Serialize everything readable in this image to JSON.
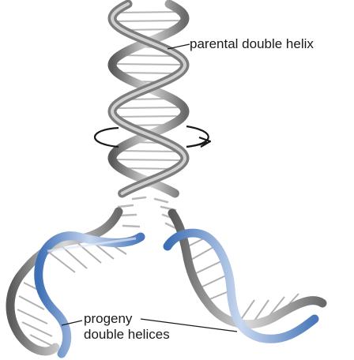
{
  "labels": {
    "parental": "parental double helix",
    "progeny_line1": "progeny",
    "progeny_line2": "double helices"
  },
  "colors": {
    "parent_strand": "#8c8c8c",
    "parent_strand_dark": "#4a4a4a",
    "new_strand": "#5b86c4",
    "rung": "#bdbdbd",
    "text": "#1a1a1a"
  }
}
